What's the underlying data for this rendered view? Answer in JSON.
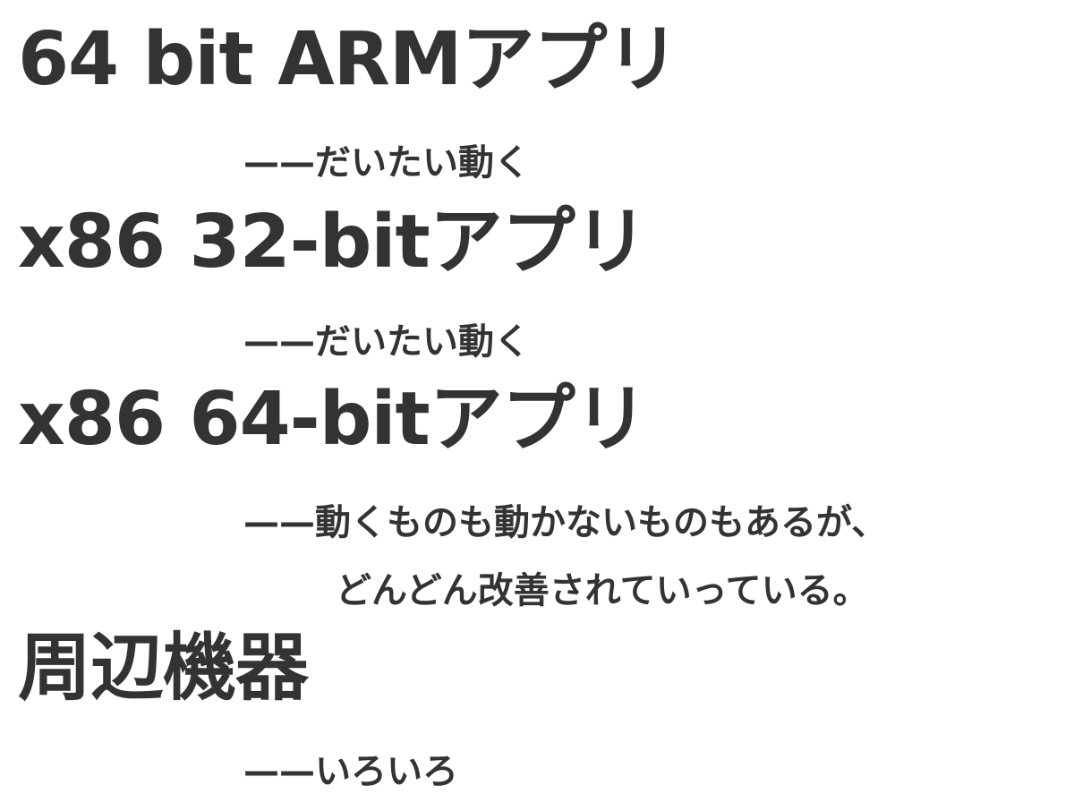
{
  "items": [
    {
      "heading": "64 bit ARMアプリ",
      "note_lines": [
        "——だいたい動く"
      ]
    },
    {
      "heading": "x86 32-bitアプリ",
      "note_lines": [
        "——だいたい動く"
      ]
    },
    {
      "heading": "x86 64-bitアプリ",
      "note_lines": [
        "——動くものも動かないものもあるが、",
        "どんどん改善されていっている。"
      ]
    },
    {
      "heading": "周辺機器",
      "note_lines": [
        "——いろいろ"
      ]
    }
  ]
}
